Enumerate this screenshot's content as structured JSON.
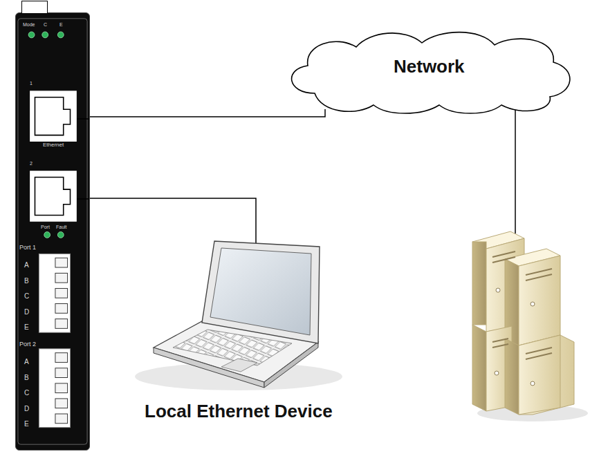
{
  "diagram": {
    "nodes": [
      {
        "text": [
          "Ethernet",
          "Port 1",
          "Port 2"
        ]
      },
      {
        "text": [
          "Network"
        ]
      },
      {
        "text": [
          "Local Ethernet Device"
        ]
      }
    ],
    "edges": [
      {
        "from": 0,
        "to": 1,
        "arrow": "none"
      },
      {
        "from": 0,
        "to": 2,
        "arrow": "none"
      }
    ],
    "labels": [
      "Mode",
      "C",
      "E",
      "1",
      "2",
      "Port",
      "Fault",
      "A",
      "B",
      "C",
      "D",
      "E",
      "A",
      "B",
      "C",
      "D",
      "E"
    ]
  }
}
